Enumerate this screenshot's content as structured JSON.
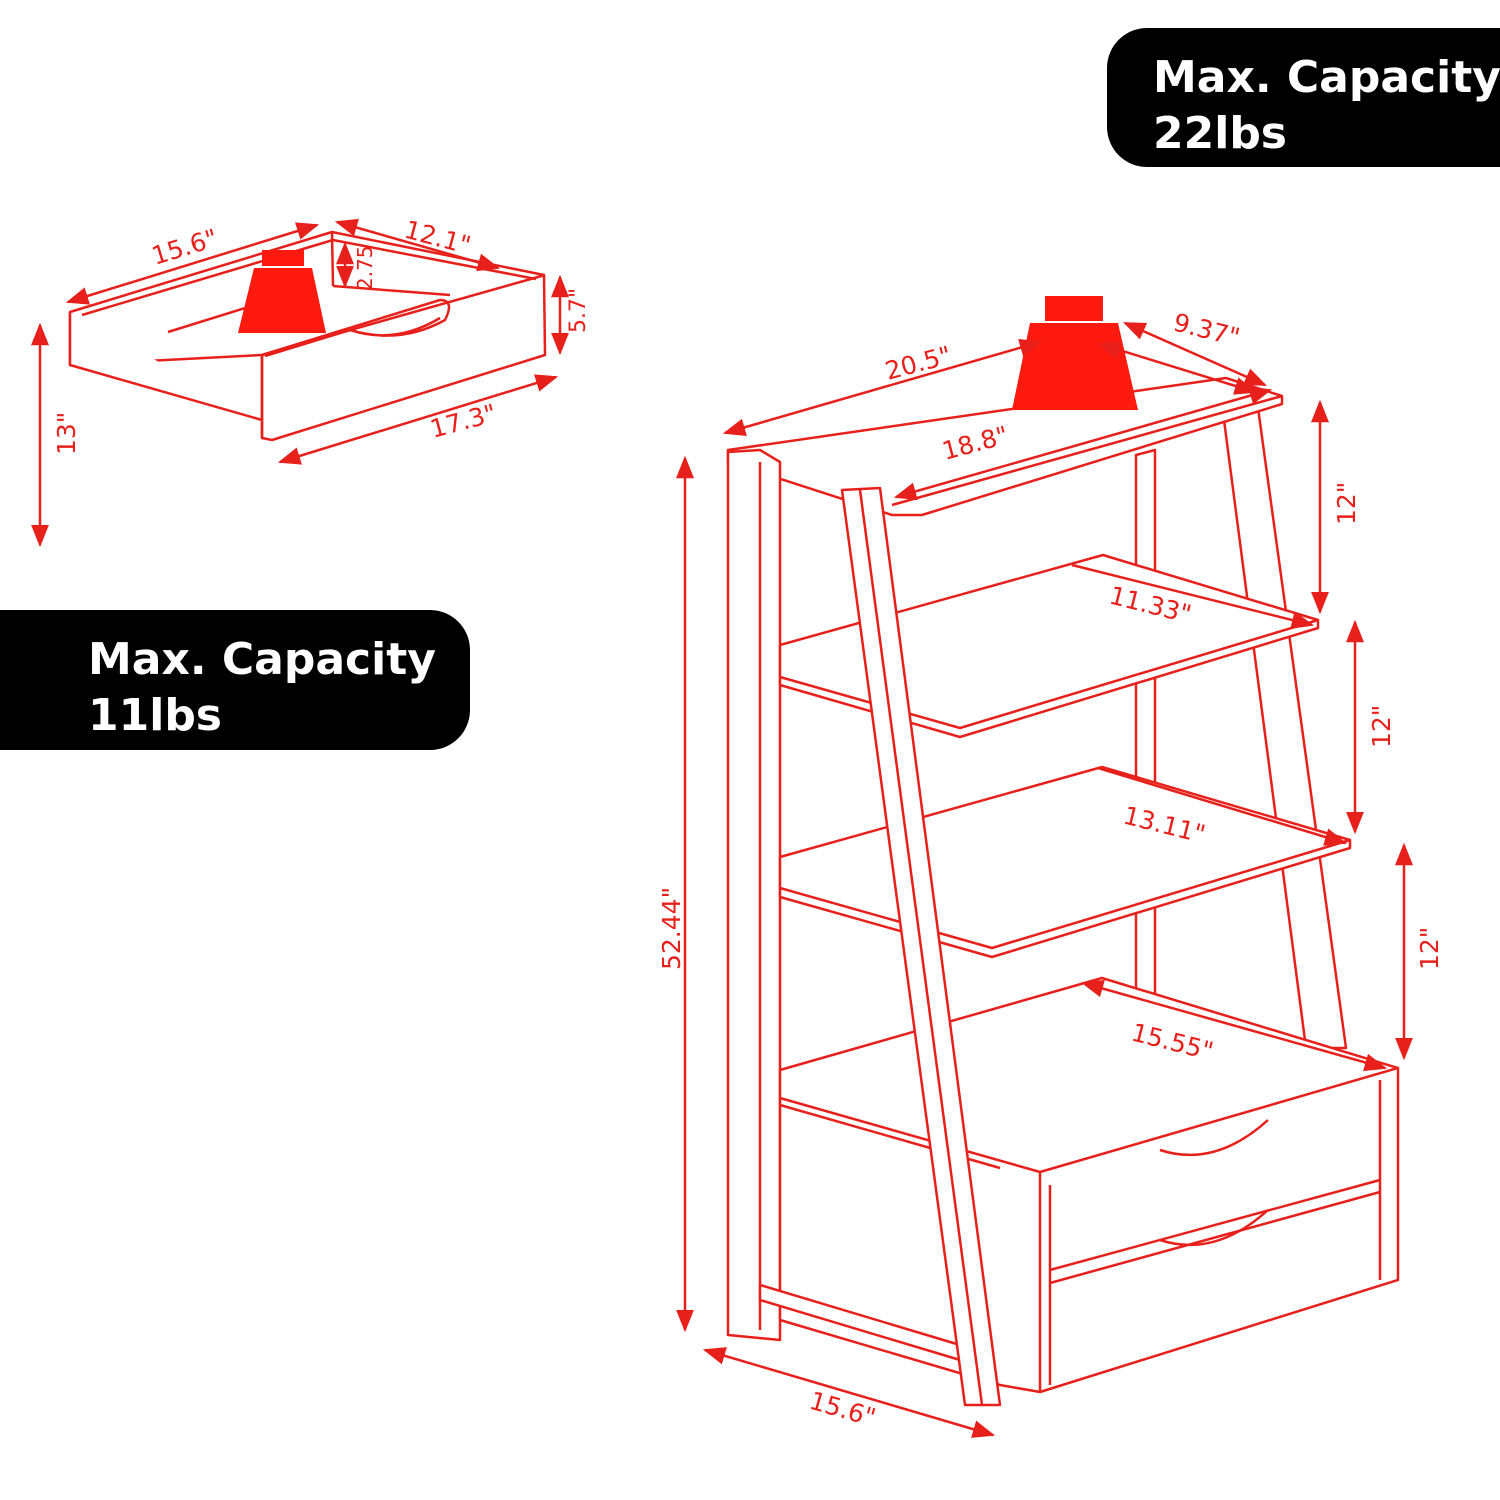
{
  "colors": {
    "line": "#e8201b",
    "weight": "#ff1a0f",
    "badge_bg": "#000000",
    "badge_text": "#ffffff"
  },
  "icons": {
    "weight": "weight-icon"
  },
  "badges": {
    "shelf": {
      "line1": "Max. Capacity",
      "line2": "22lbs"
    },
    "drawer": {
      "line1": "Max. Capacity",
      "line2": "11lbs"
    }
  },
  "drawer_dims": {
    "front_width": "15.6\"",
    "depth": "12.1\"",
    "inner_height": "2.75",
    "front_height": "5.7\"",
    "total_height": "13\"",
    "bottom_width": "17.3\""
  },
  "shelf_dims": {
    "top_width": "20.5\"",
    "top_depth": "9.37\"",
    "top_shelf_width": "18.8\"",
    "height": "52.44\"",
    "base_width": "15.6\"",
    "shelf2_depth": "11.33\"",
    "shelf3_depth": "13.11\"",
    "shelf4_depth": "15.55\"",
    "gap1": "12\"",
    "gap2": "12\"",
    "gap3": "12\""
  }
}
